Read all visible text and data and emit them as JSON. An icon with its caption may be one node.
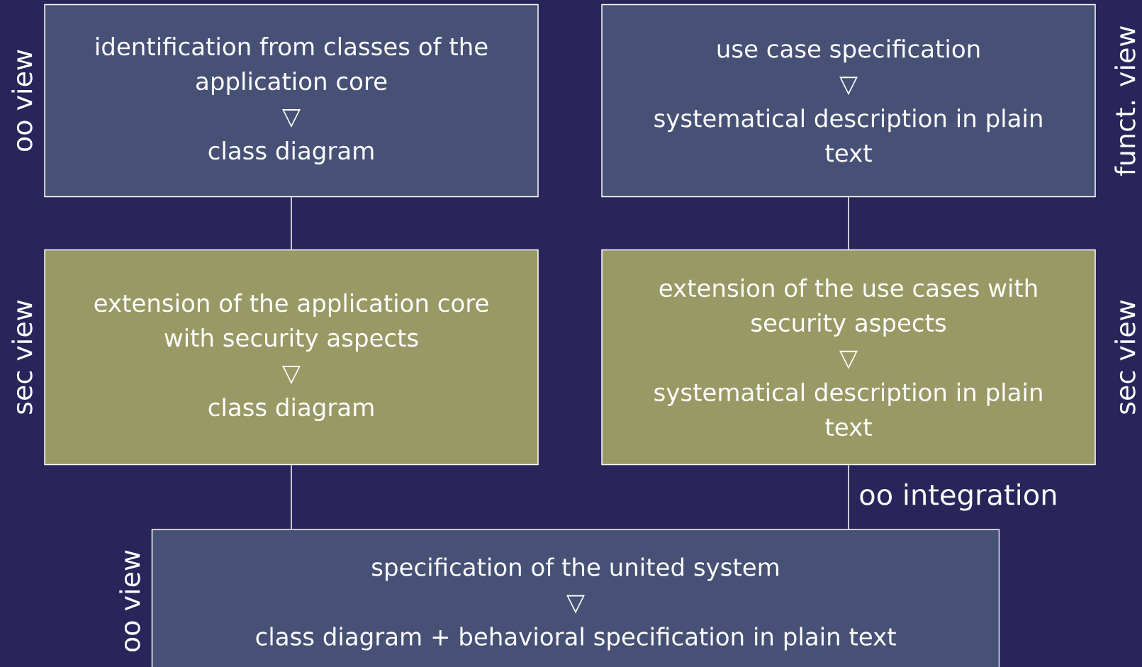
{
  "diagram": {
    "nodes": [
      {
        "text": [
          "identification from classes of the application core",
          "▽",
          "class diagram"
        ],
        "beside": [
          "oo view"
        ]
      },
      {
        "text": [
          "use case specification",
          "▽",
          "systematical description in plain text"
        ],
        "beside": [
          "funct. view"
        ]
      },
      {
        "text": [
          "extension of the application core with security aspects",
          "▽",
          "class diagram"
        ],
        "beside": [
          "sec view"
        ]
      },
      {
        "text": [
          "extension of the use cases with security aspects",
          "▽",
          "systematical description in plain text"
        ],
        "beside": [
          "sec view"
        ]
      },
      {
        "text": [
          "specification of the united system",
          "▽",
          "class diagram + behavioral specification in plain text"
        ],
        "beside": [
          "oo view"
        ]
      }
    ],
    "edges": [
      {
        "from": 0,
        "to": 2,
        "arrow": "none"
      },
      {
        "from": 1,
        "to": 3,
        "arrow": "none"
      },
      {
        "from": 2,
        "to": 4,
        "arrow": "none"
      },
      {
        "from": 3,
        "to": 4,
        "arrow": "none",
        "label": "oo integration"
      }
    ]
  }
}
